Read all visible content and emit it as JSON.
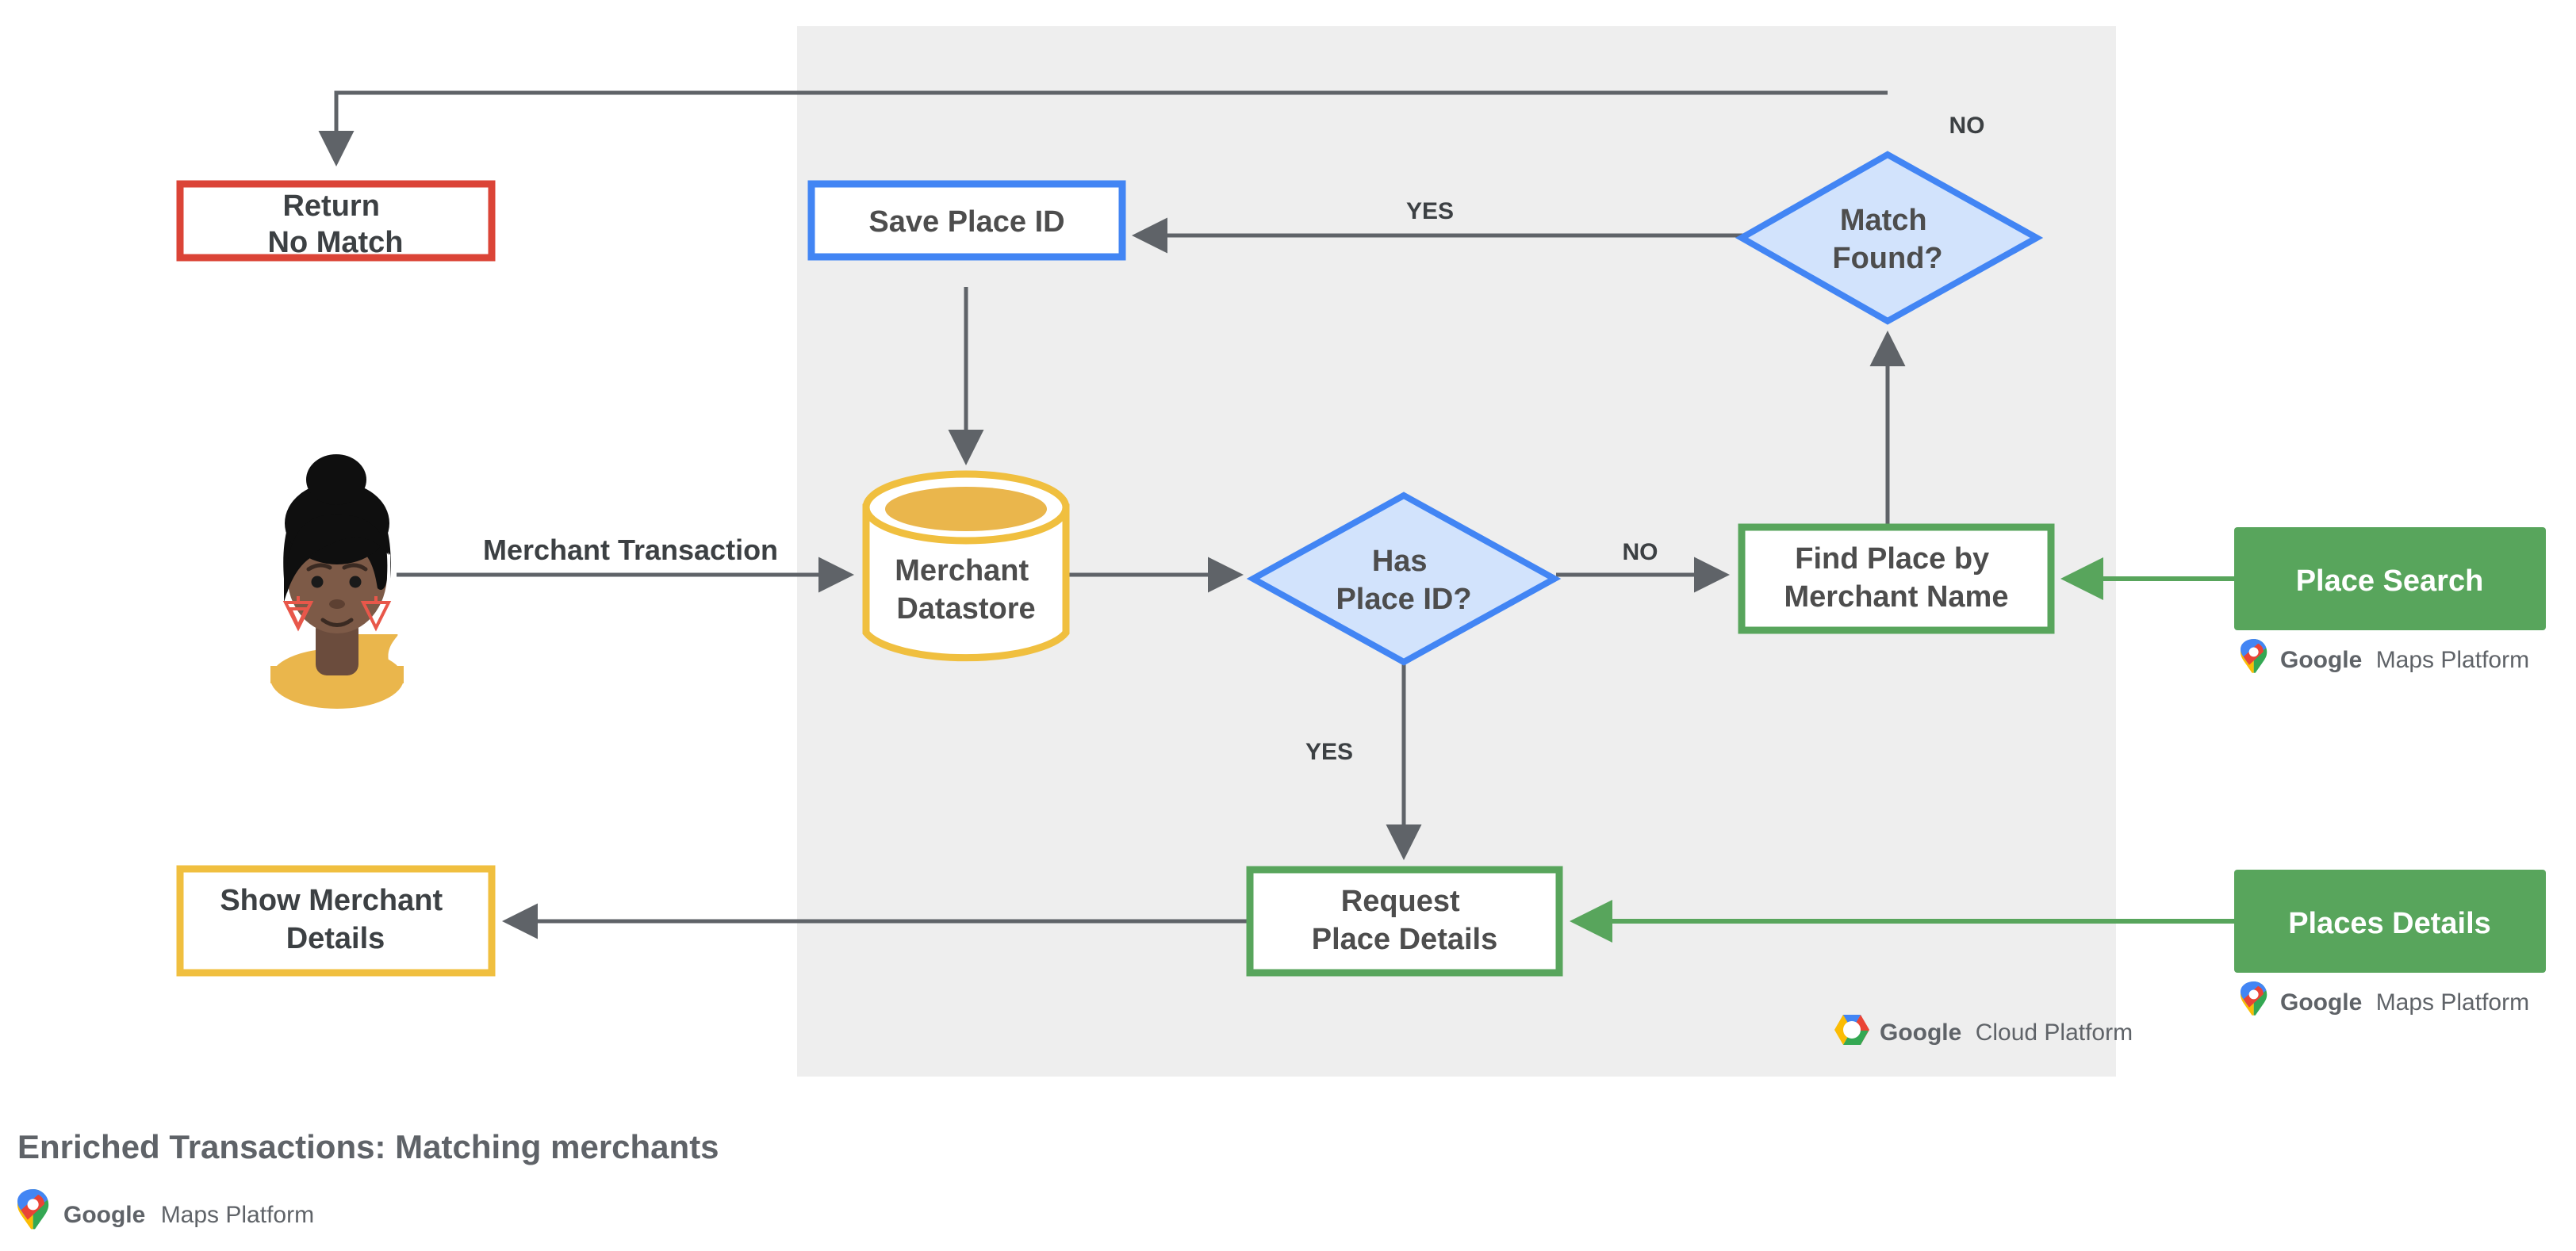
{
  "diagram": {
    "title": "Enriched Transactions: Matching merchants",
    "panel_background": "#eeeeee",
    "canvas_background": "#ffffff",
    "colors": {
      "red": "#db4437",
      "blue": "#4285f4",
      "blue_fill": "#d2e3fc",
      "yellow": "#f0bf3f",
      "green": "#58a55c",
      "gray_line": "#5f6368",
      "text": "#4d4d4d"
    },
    "nodes": {
      "return_no_match": {
        "line1": "Return",
        "line2": "No Match",
        "border": "#db4437",
        "shape": "rectangle"
      },
      "save_place_id": {
        "line1": "Save Place ID",
        "border": "#4285f4",
        "shape": "rectangle"
      },
      "match_found": {
        "line1": "Match",
        "line2": "Found?",
        "border": "#4285f4",
        "fill": "#d2e3fc",
        "shape": "diamond"
      },
      "merchant_datastore": {
        "line1": "Merchant",
        "line2": "Datastore",
        "border": "#f0bf3f",
        "shape": "cylinder"
      },
      "has_place_id": {
        "line1": "Has",
        "line2": "Place ID?",
        "border": "#4285f4",
        "fill": "#d2e3fc",
        "shape": "diamond"
      },
      "find_place_by_merchant_name": {
        "line1": "Find Place by",
        "line2": "Merchant Name",
        "border": "#58a55c",
        "shape": "rectangle"
      },
      "request_place_details": {
        "line1": "Request",
        "line2": "Place Details",
        "border": "#58a55c",
        "shape": "rectangle"
      },
      "show_merchant_details": {
        "line1": "Show Merchant",
        "line2": "Details",
        "border": "#f0bf3f",
        "shape": "rectangle"
      },
      "place_search_button": {
        "label": "Place Search",
        "fill": "#58a55c"
      },
      "places_details_button": {
        "label": "Places Details",
        "fill": "#58a55c"
      },
      "user_avatar": {
        "name": "merchant-customer-avatar"
      }
    },
    "edge_labels": {
      "merchant_transaction": "Merchant Transaction",
      "match_found_no": "NO",
      "match_found_yes": "YES",
      "has_place_id_no": "NO",
      "has_place_id_yes": "YES"
    },
    "logos": {
      "google_maps_platform": {
        "google": "Google",
        "suffix": "Maps Platform"
      },
      "google_cloud_platform": {
        "google": "Google",
        "suffix": "Cloud Platform"
      }
    }
  }
}
